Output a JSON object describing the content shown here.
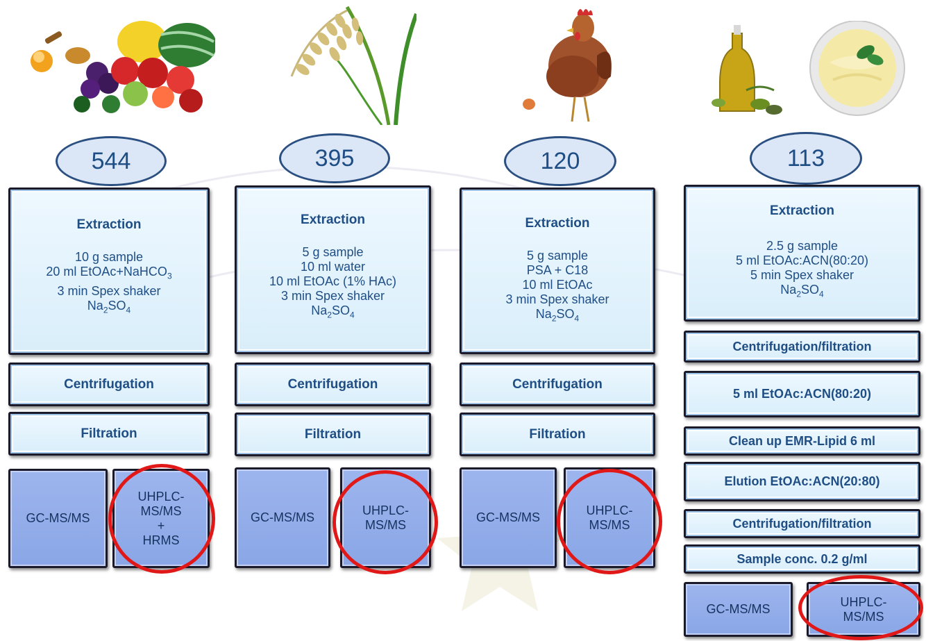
{
  "columns": [
    {
      "count": "544",
      "extraction": {
        "title": "Extraction",
        "lines": [
          "10 g sample",
          "20 ml EtOAc+NaHCO",
          "3 min Spex shaker",
          "Na",
          "SO"
        ],
        "sub": [
          "3",
          "2",
          "4"
        ]
      },
      "steps": [
        "Centrifugation",
        "Filtration"
      ],
      "instruments": [
        "GC-MS/MS",
        "UHPLC-",
        "MS/MS",
        "+",
        "HRMS"
      ]
    },
    {
      "count": "395",
      "extraction": {
        "title": "Extraction",
        "lines": [
          "5 g sample",
          "10 ml water",
          "10 ml EtOAc (1% HAc)",
          "3 min Spex shaker",
          "Na",
          "SO"
        ],
        "sub": [
          "2",
          "4"
        ]
      },
      "steps": [
        "Centrifugation",
        "Filtration"
      ],
      "instruments": [
        "GC-MS/MS",
        "UHPLC-",
        "MS/MS"
      ]
    },
    {
      "count": "120",
      "extraction": {
        "title": "Extraction",
        "lines": [
          "5 g sample",
          "PSA + C18",
          "10 ml EtOAc",
          "3 min Spex shaker",
          "Na",
          "SO"
        ],
        "sub": [
          "2",
          "4"
        ]
      },
      "steps": [
        "Centrifugation",
        "Filtration"
      ],
      "instruments": [
        "GC-MS/MS",
        "UHPLC-",
        "MS/MS"
      ]
    },
    {
      "count": "113",
      "extraction": {
        "title": "Extraction",
        "lines": [
          "2.5 g sample",
          "5 ml EtOAc:ACN(80:20)",
          "5 min Spex shaker",
          "Na",
          "SO"
        ],
        "sub": [
          "2",
          "4"
        ]
      },
      "steps": [
        "Centrifugation/filtration",
        "5 ml EtOAc:ACN(80:20)",
        "Clean up EMR-Lipid 6 ml",
        "Elution EtOAc:ACN(20:80)",
        "Centrifugation/filtration",
        "Sample conc. 0.2 g/ml"
      ],
      "instruments": [
        "GC-MS/MS",
        "UHPLC-",
        "MS/MS"
      ]
    }
  ],
  "colors": {
    "highlight": "#e01818",
    "box_text": "#1f4e85",
    "instrument_fill": "#8aa6e6"
  }
}
